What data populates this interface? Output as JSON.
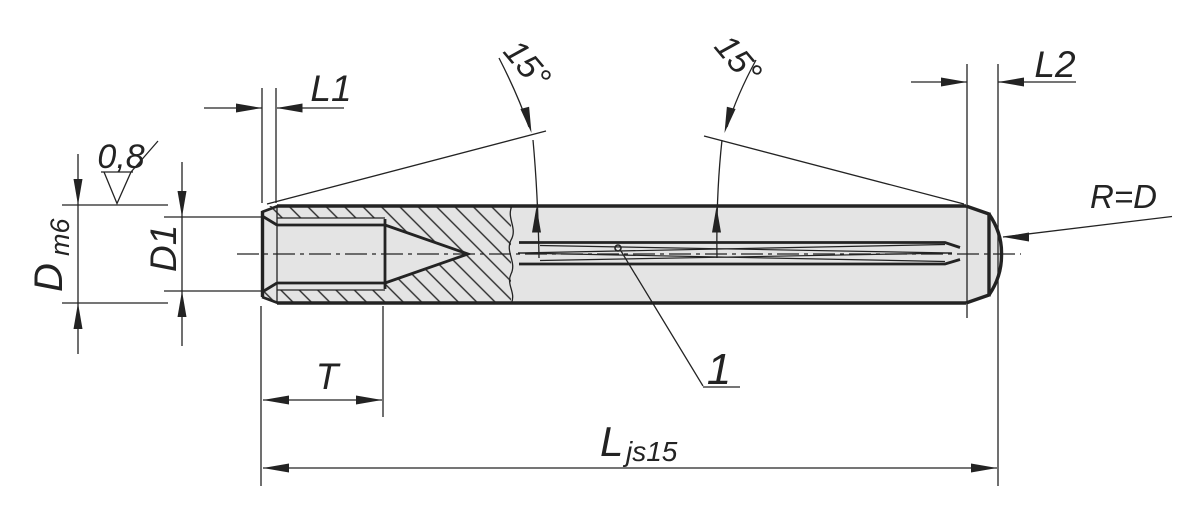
{
  "drawing": {
    "type": "technical-drawing-section-view",
    "part": "grooved pin with internal thread",
    "colors": {
      "line": "#232323",
      "body_fill": "#e4e4e4",
      "background": "#ffffff"
    },
    "dimensions": {
      "l1": {
        "label": "L1"
      },
      "l2": {
        "label": "L2"
      },
      "d": {
        "label": "D",
        "tolerance": "m6"
      },
      "d1": {
        "label": "D1"
      },
      "t": {
        "label": "T"
      },
      "length": {
        "label": "L",
        "tolerance": "js15"
      },
      "angle_left": {
        "label": "15°"
      },
      "angle_right": {
        "label": "15°"
      },
      "radius": {
        "label": "R=D"
      },
      "roughness": {
        "label": "0,8"
      },
      "callout": {
        "label": "1"
      }
    }
  }
}
